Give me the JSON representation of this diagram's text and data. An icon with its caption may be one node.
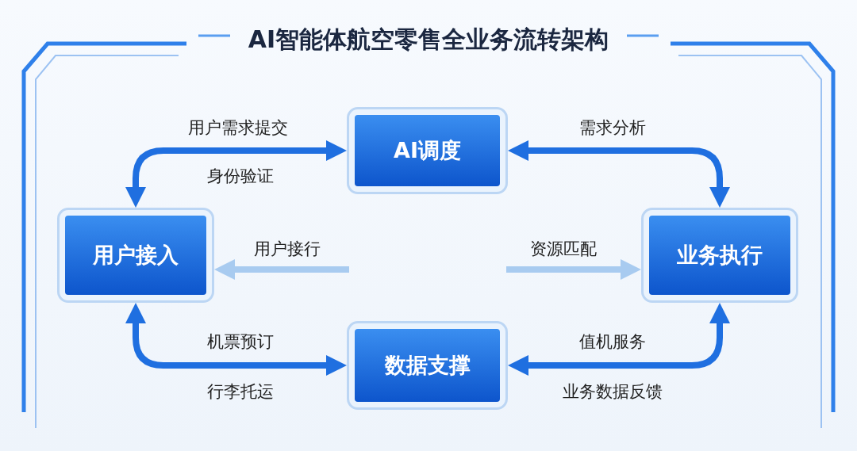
{
  "diagram": {
    "title": "AI智能体航空零售全业务流转架构",
    "nodes": [
      {
        "text": [
          "AI调度"
        ]
      },
      {
        "text": [
          "用户接入"
        ]
      },
      {
        "text": [
          "业务执行"
        ]
      },
      {
        "text": [
          "数据支撑"
        ]
      }
    ],
    "edges": [
      {
        "from": 1,
        "to": 0,
        "arrow": "both",
        "label": "用户需求提交"
      },
      {
        "from": 0,
        "to": 2,
        "arrow": "both",
        "label": "需求分析"
      },
      {
        "from": 1,
        "to": 3,
        "arrow": "both",
        "label": "机票预订"
      },
      {
        "from": 3,
        "to": 2,
        "arrow": "both",
        "label": "值机服务"
      },
      {
        "from": null,
        "to": 1,
        "arrow": "to",
        "label": "用户接行",
        "color": "#a8cbf0"
      },
      {
        "from": null,
        "to": 2,
        "arrow": "to",
        "label": "资源匹配",
        "color": "#a8cbf0"
      }
    ],
    "labels": [
      "身份验证",
      "业务数据反馈",
      "行李托运"
    ]
  }
}
